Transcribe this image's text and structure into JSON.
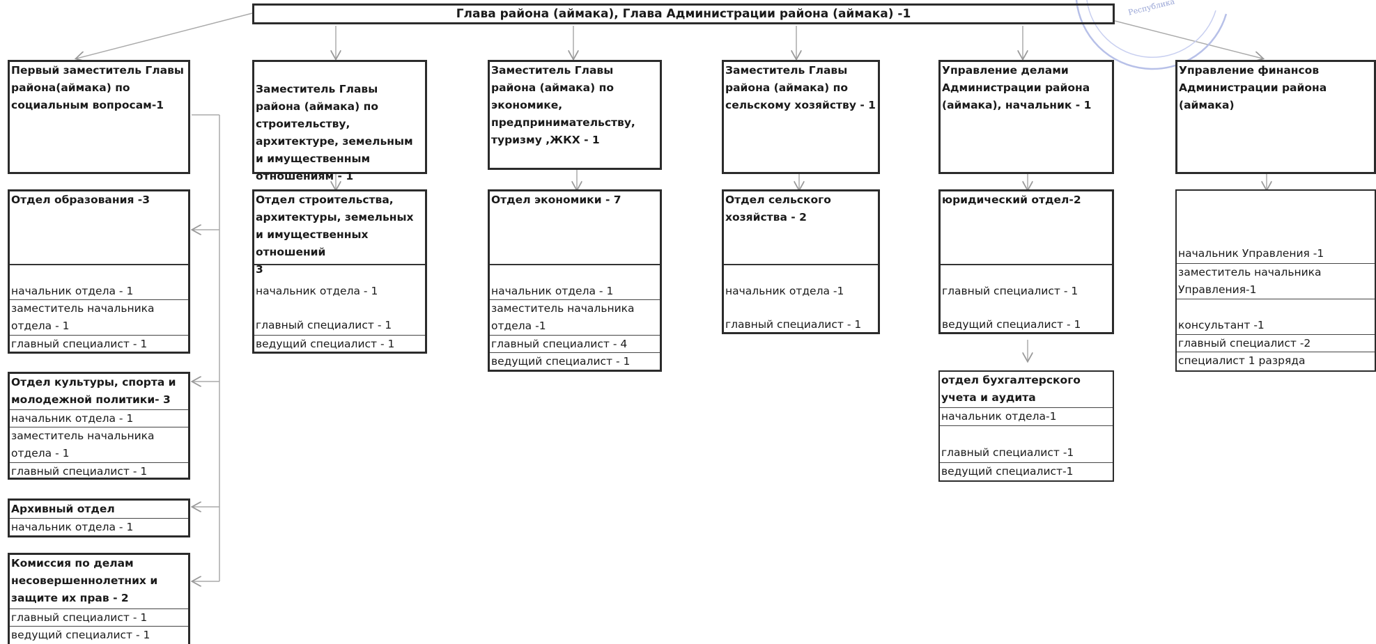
{
  "top": {
    "title": "Глава района (аймака), Глава Администрации района (аймака) -1"
  },
  "stamp": {
    "text": "Республика"
  },
  "columns": [
    {
      "header": "Первый заместитель Главы района(аймака) по социальным вопросам-1",
      "depts": [
        {
          "title": "Отдел образования -3",
          "rows": [
            "начальник отдела - 1",
            "заместитель начальника отдела - 1",
            "главный специалист - 1"
          ]
        },
        {
          "title": "Отдел культуры, спорта и молодежной политики- 3",
          "rows": [
            "начальник отдела - 1",
            "заместитель начальника отдела - 1",
            "главный специалист - 1"
          ]
        },
        {
          "title": "Архивный отдел",
          "rows": [
            "начальник отдела - 1"
          ]
        },
        {
          "title": "Комиссия по делам несовершеннолетних и защите их прав - 2",
          "rows": [
            "главный специалист - 1",
            "ведущий специалист - 1"
          ]
        }
      ]
    },
    {
      "header": "Заместитель Главы района (аймака) по строительству, архитектуре, земельным и имущественным",
      "header_tail": "отношениям - 1",
      "dept": {
        "title_bold": "Отдел строительства, архитектуры, земельных и имущественных отношений",
        "title_num": "3",
        "rows": [
          "начальник отдела - 1",
          "главный специалист - 1",
          "ведущий специалист - 1"
        ]
      }
    },
    {
      "header": "Заместитель Главы района (аймака) по экономике, предпринимательству, туризму ,ЖКХ - 1",
      "dept": {
        "title": "Отдел экономики - 7",
        "rows": [
          "начальник отдела - 1",
          "заместитель начальника отдела -1",
          "главный специалист - 4",
          "ведущий специалист - 1"
        ]
      }
    },
    {
      "header": "Заместитель Главы района (аймака) по сельскому хозяйству - 1",
      "dept": {
        "title": "Отдел сельского хозяйства - 2",
        "rows": [
          "начальник отдела -1",
          "главный специалист - 1"
        ]
      }
    },
    {
      "header": "Управление делами Администрации района (аймака), начальник - 1",
      "dept": {
        "title": "юридический отдел-2",
        "rows": [
          "главный специалист - 1",
          "ведущий специалист - 1"
        ]
      },
      "sub": {
        "title": "отдел бухгалтерского учета и аудита",
        "rows": [
          "начальник отдела-1",
          "главный специалист -1",
          "ведущий специалист-1"
        ]
      }
    },
    {
      "header": "Управление финансов Администрации района (аймака)",
      "dept": {
        "rows": [
          "начальник Управления -1",
          "заместитель начальника Управления-1",
          "консультант -1",
          "главный специалист -2",
          "специалист 1 разряда"
        ]
      }
    }
  ]
}
